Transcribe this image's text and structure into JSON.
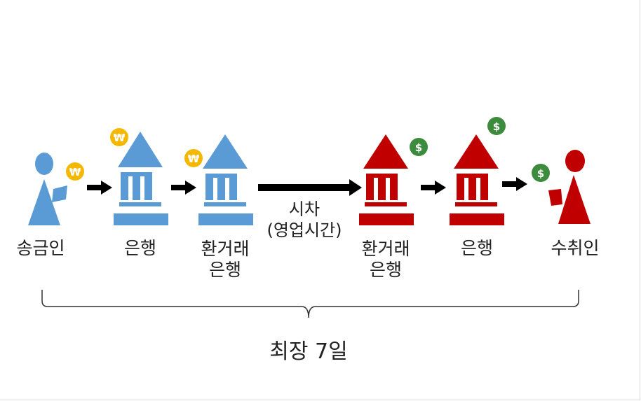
{
  "nodes": [
    {
      "id": "sender",
      "label": "송금인",
      "currency_icon": "won-coin-icon"
    },
    {
      "id": "sender-bank",
      "label": "은행",
      "currency_icon": "won-coin-icon"
    },
    {
      "id": "sender-fx-bank",
      "label_line1": "환거래",
      "label_line2": "은행",
      "currency_icon": "won-coin-icon"
    },
    {
      "id": "receiver-fx-bank",
      "label_line1": "환거래",
      "label_line2": "은행",
      "currency_icon": "dollar-coin-icon"
    },
    {
      "id": "receiver-bank",
      "label": "은행",
      "currency_icon": "dollar-coin-icon"
    },
    {
      "id": "receiver",
      "label": "수취인",
      "currency_icon": "dollar-coin-icon"
    }
  ],
  "time_gap": {
    "line1": "시차",
    "line2": "(영업시간)"
  },
  "total_duration": "최장 7일",
  "coin_symbols": {
    "won": "₩",
    "dollar": "$"
  },
  "colors": {
    "sender_side": "#5b9bd5",
    "receiver_side": "#c00000",
    "won_coin": "#f5b800",
    "dollar_coin": "#3d8b3d",
    "arrow": "#000000",
    "bracket": "#333333"
  }
}
